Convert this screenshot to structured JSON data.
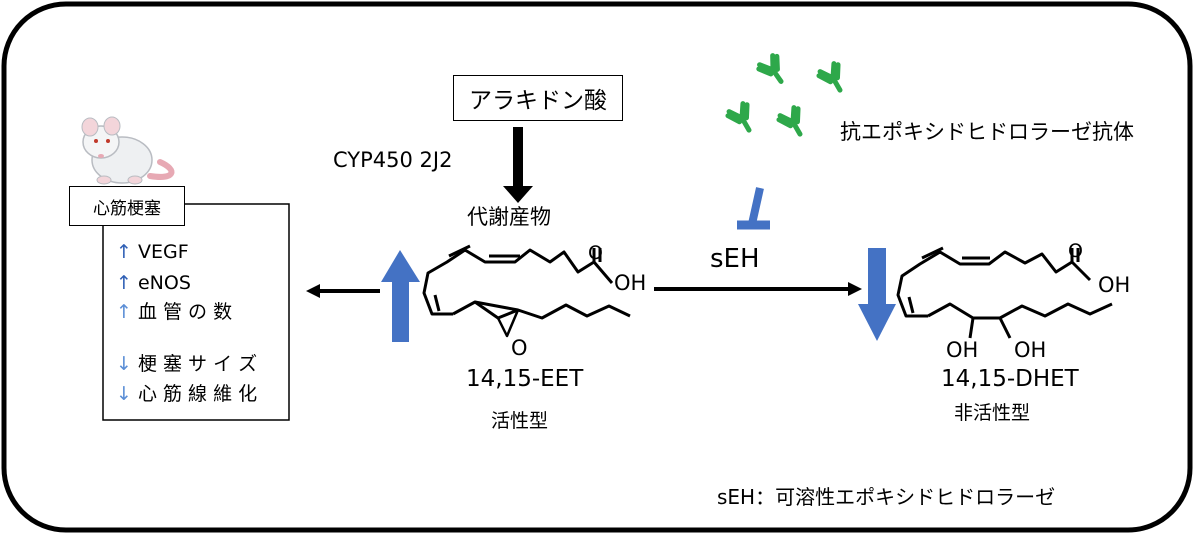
{
  "substrate": "アラキドン酸",
  "enzyme_cyp": "CYP450 2J2",
  "metabolite_label": "代謝産物",
  "seh_label": "sEH",
  "antibody_label": "抗エポキシドヒドロラーゼ抗体",
  "eet": {
    "oh": "OH",
    "o": "O",
    "name": "14,15-EET",
    "activity": "活性型"
  },
  "dhet": {
    "oh": "OH",
    "oh_left": "OH",
    "oh_right": "OH",
    "name": "14,15-DHET",
    "activity": "非活性型"
  },
  "effects": {
    "title": "心筋梗塞",
    "up_items": [
      {
        "arrow": "↑",
        "text": "VEGF"
      },
      {
        "arrow": "↑",
        "text": "eNOS"
      },
      {
        "arrow": "↑",
        "text": "血 管 の 数"
      }
    ],
    "down_items": [
      {
        "arrow": "↓",
        "text": "梗 塞 サ イ ズ"
      },
      {
        "arrow": "↓",
        "text": "心 筋 線 維 化"
      }
    ]
  },
  "footnote": "sEH：可溶性エポキシドヒドロラーゼ",
  "colors": {
    "arrow_blue": "#4472c4",
    "antibody_green": "#2ea84a",
    "rat_pink": "#e7a9b4"
  }
}
